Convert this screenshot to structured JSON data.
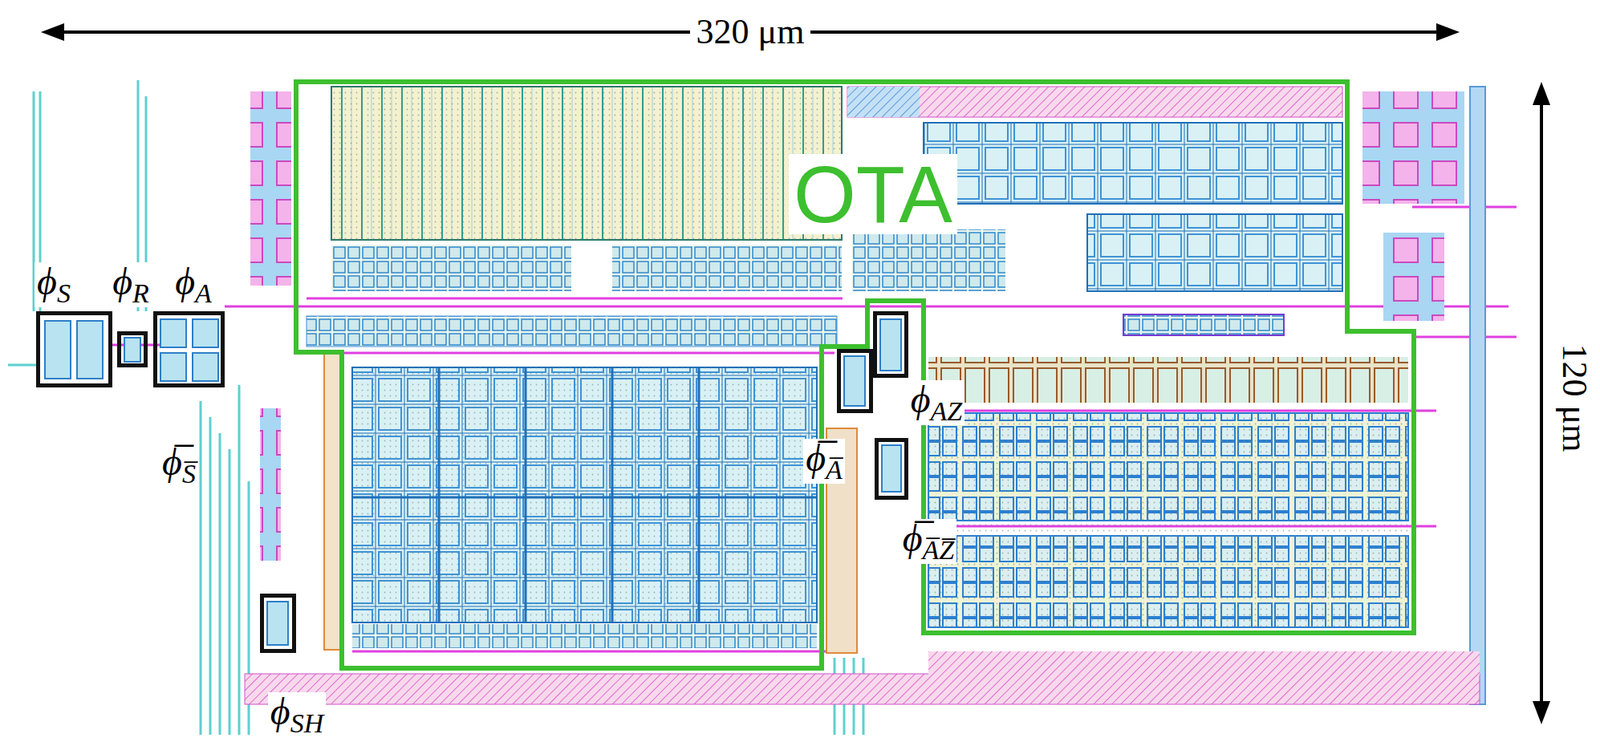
{
  "diagram": {
    "nodes": [
      {
        "text": [
          "OTA"
        ]
      },
      {
        "text": [
          "ϕS"
        ]
      },
      {
        "text": [
          "ϕR"
        ]
      },
      {
        "text": [
          "ϕA"
        ]
      },
      {
        "text": [
          "ϕAZ"
        ],
        "in": 0
      },
      {
        "text": [
          "ϕ̅A̅"
        ],
        "in": 0
      },
      {
        "text": [
          "ϕ̅A̅Z̅"
        ],
        "in": 0
      },
      {
        "text": [
          "ϕSH"
        ]
      }
    ],
    "labels": [
      "320 μm",
      "120 μm",
      "ϕ̅S̅"
    ]
  }
}
